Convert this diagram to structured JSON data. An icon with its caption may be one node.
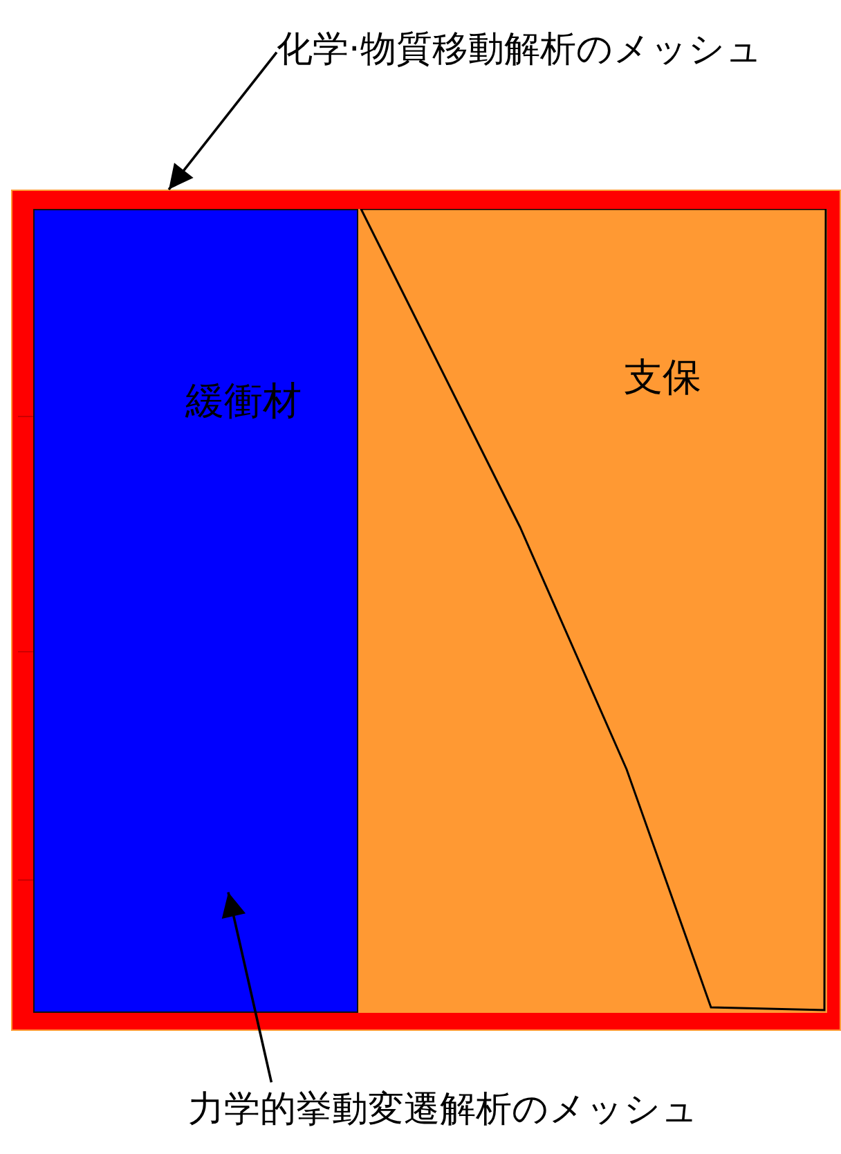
{
  "diagram": {
    "nodes": [
      {
        "text": [
          "化学·物質移動解析のメッシュ"
        ]
      },
      {
        "text": [],
        "shape": "box"
      },
      {
        "text": [
          "緩衝材"
        ],
        "in": 1
      },
      {
        "text": [
          "支保"
        ],
        "in": 1
      },
      {
        "text": [
          "力学的挙動変遷解析のメッシュ"
        ]
      }
    ],
    "edges": [
      {
        "from": 0,
        "to": 1,
        "arrow": "to"
      },
      {
        "from": 4,
        "to": 2,
        "arrow": "to"
      }
    ]
  }
}
